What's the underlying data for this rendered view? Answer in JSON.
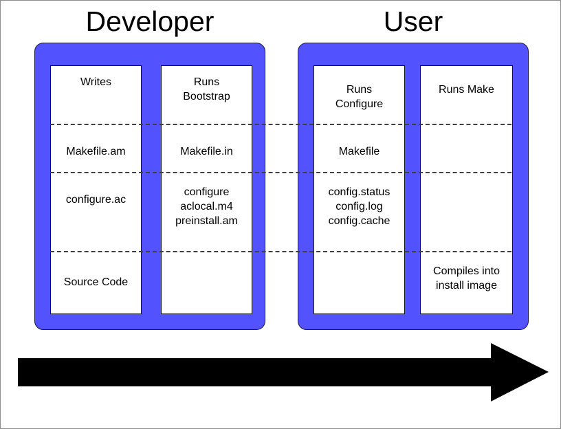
{
  "diagram": {
    "type": "autotools-workflow",
    "background": "#ffffff",
    "panel_color": "#5252ff",
    "arrow_color": "#000000",
    "groups": [
      {
        "id": "developer",
        "title": "Developer",
        "columns": [
          {
            "id": "writes",
            "cells": [
              {
                "row": 1,
                "text": "Writes"
              },
              {
                "row": 2,
                "text": "Makefile.am"
              },
              {
                "row": 3,
                "text": "configure.ac"
              },
              {
                "row": 4,
                "text": "Source Code"
              }
            ]
          },
          {
            "id": "runs-bootstrap",
            "cells": [
              {
                "row": 1,
                "text": "Runs\nBootstrap"
              },
              {
                "row": 2,
                "text": "Makefile.in"
              },
              {
                "row": 3,
                "text": "configure\naclocal.m4\npreinstall.am"
              },
              {
                "row": 4,
                "text": ""
              }
            ]
          }
        ]
      },
      {
        "id": "user",
        "title": "User",
        "columns": [
          {
            "id": "runs-configure",
            "cells": [
              {
                "row": 1,
                "text": "Runs\nConfigure"
              },
              {
                "row": 2,
                "text": "Makefile"
              },
              {
                "row": 3,
                "text": "config.status\nconfig.log\nconfig.cache"
              },
              {
                "row": 4,
                "text": ""
              }
            ]
          },
          {
            "id": "runs-make",
            "cells": [
              {
                "row": 1,
                "text": "Runs Make"
              },
              {
                "row": 2,
                "text": ""
              },
              {
                "row": 3,
                "text": ""
              },
              {
                "row": 4,
                "text": "Compiles into\ninstall image"
              }
            ]
          }
        ]
      }
    ],
    "cell_text": {
      "dev_writes_r1": "Writes",
      "dev_writes_r2": "Makefile.am",
      "dev_writes_r3": "configure.ac",
      "dev_writes_r4": "Source Code",
      "dev_bootstrap_r1": "Runs\nBootstrap",
      "dev_bootstrap_r2": "Makefile.in",
      "dev_bootstrap_r3": "configure\naclocal.m4\npreinstall.am",
      "usr_configure_r1": "Runs\nConfigure",
      "usr_configure_r2": "Makefile",
      "usr_configure_r3": "config.status\nconfig.log\nconfig.cache",
      "usr_make_r1": "Runs Make",
      "usr_make_r4": "Compiles into\ninstall image"
    },
    "flow_arrow": {
      "name": "time-flow-arrow",
      "direction": "left-to-right"
    }
  }
}
